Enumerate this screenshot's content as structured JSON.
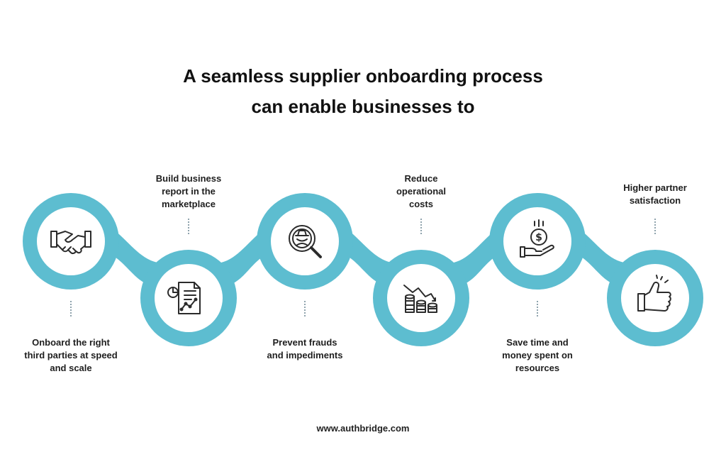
{
  "title": {
    "line1": "A seamless supplier onboarding process",
    "line2": "can enable businesses to"
  },
  "steps": [
    {
      "icon": "handshake-icon",
      "position": "top",
      "lines": [
        "Onboard the right",
        "third parties at speed",
        "and scale"
      ]
    },
    {
      "icon": "report-chart-icon",
      "position": "bottom",
      "lines": [
        "Build business",
        "report in the",
        "marketplace"
      ]
    },
    {
      "icon": "fraud-search-icon",
      "position": "top",
      "lines": [
        "Prevent frauds",
        "and impediments"
      ]
    },
    {
      "icon": "coin-stacks-decline-icon",
      "position": "bottom",
      "lines": [
        "Reduce",
        "operational",
        "costs"
      ]
    },
    {
      "icon": "money-hand-icon",
      "position": "top",
      "lines": [
        "Save time and",
        "money spent on",
        "resources"
      ]
    },
    {
      "icon": "thumbs-up-icon",
      "position": "bottom",
      "lines": [
        "Higher partner",
        "satisfaction"
      ]
    }
  ],
  "footer": "www.authbridge.com",
  "colors": {
    "ring": "#5dbdd0",
    "icon": "#2b2b2b",
    "text": "#1e1e1e"
  }
}
